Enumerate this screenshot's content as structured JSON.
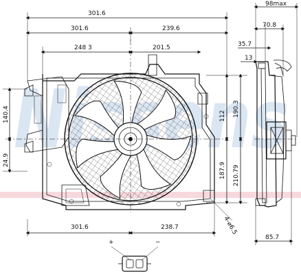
{
  "watermark": {
    "text": "Nissens",
    "fill_color": "#dbe6f3",
    "stripe_color": "#f3c9cf"
  },
  "dimensions": {
    "top_total": "301.6",
    "top_left": "301.6",
    "top_right": "239.6",
    "mid_left": "248 3",
    "mid_right": "201.5",
    "left_height": "140.4",
    "left_low": "24.9",
    "right_a": "112",
    "right_b": "190.3",
    "right_c": "187.9",
    "right_d": "210.79",
    "bottom_left": "301.6",
    "bottom_right": "238.7",
    "holes": "4-⌀6.5",
    "side_max": "98max",
    "side_a": "70.8",
    "side_b": "35.7",
    "side_c": "13",
    "side_bottom": "85.7"
  },
  "connector": {
    "plus": "+",
    "minus": "−"
  }
}
